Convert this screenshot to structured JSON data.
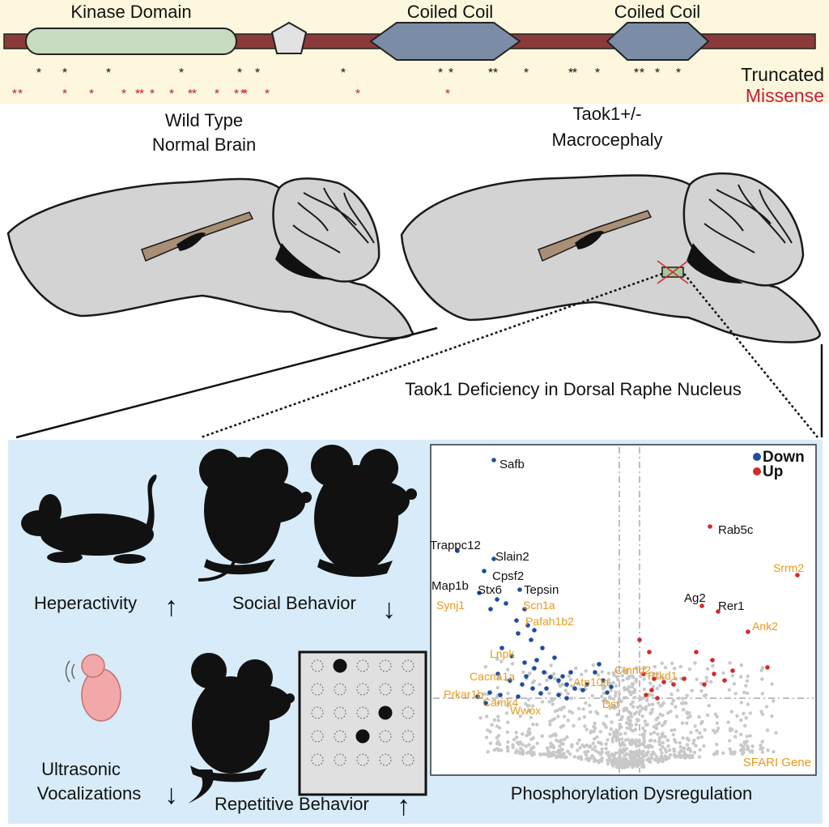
{
  "protein": {
    "domain_kinase": "Kinase Domain",
    "domain_coil_1": "Coiled Coil",
    "domain_coil_2": "Coiled Coil",
    "legend_truncated": "Truncated",
    "legend_missense": "Missense"
  },
  "brains": {
    "wt_line1": "Wild Type",
    "wt_line2": "Normal Brain",
    "mut_line1": "Taok1+/-",
    "mut_line2": "Macrocephaly",
    "caption": "Taok1 Deficiency in Dorsal Raphe Nucleus"
  },
  "behaviors": {
    "hyperactivity": "Heperactivity",
    "social": "Social Behavior",
    "usv_line1": "Ultrasonic",
    "usv_line2": "Vocalizations",
    "repetitive": "Repetitive Behavior",
    "arrow_up": "↑",
    "arrow_down": "↓"
  },
  "volcano": {
    "caption": "Phosphorylation Dysregulation",
    "legend_down": "Down",
    "legend_up": "Up",
    "sfari_label": "SFARI Gene",
    "colors": {
      "down": "#1f4e9c",
      "up": "#d42a2a",
      "sfari": "#e89a1c",
      "ns": "#c8c8c8"
    },
    "genes_black": [
      "Safb",
      "Trappc12",
      "Slain2",
      "Cpsf2",
      "Map1b",
      "Stx6",
      "Tepsin",
      "Rab5c",
      "Ag2",
      "Rer1"
    ],
    "genes_sfari": [
      "Srrm2",
      "Synj1",
      "Scn1a",
      "Pafah1b2",
      "Ank2",
      "Lnpk",
      "Cacna1a",
      "Ctnnd2",
      "Prkd1",
      "Atp10a",
      "Prkar1b",
      "Camk4",
      "Dst",
      "Wwox"
    ]
  }
}
